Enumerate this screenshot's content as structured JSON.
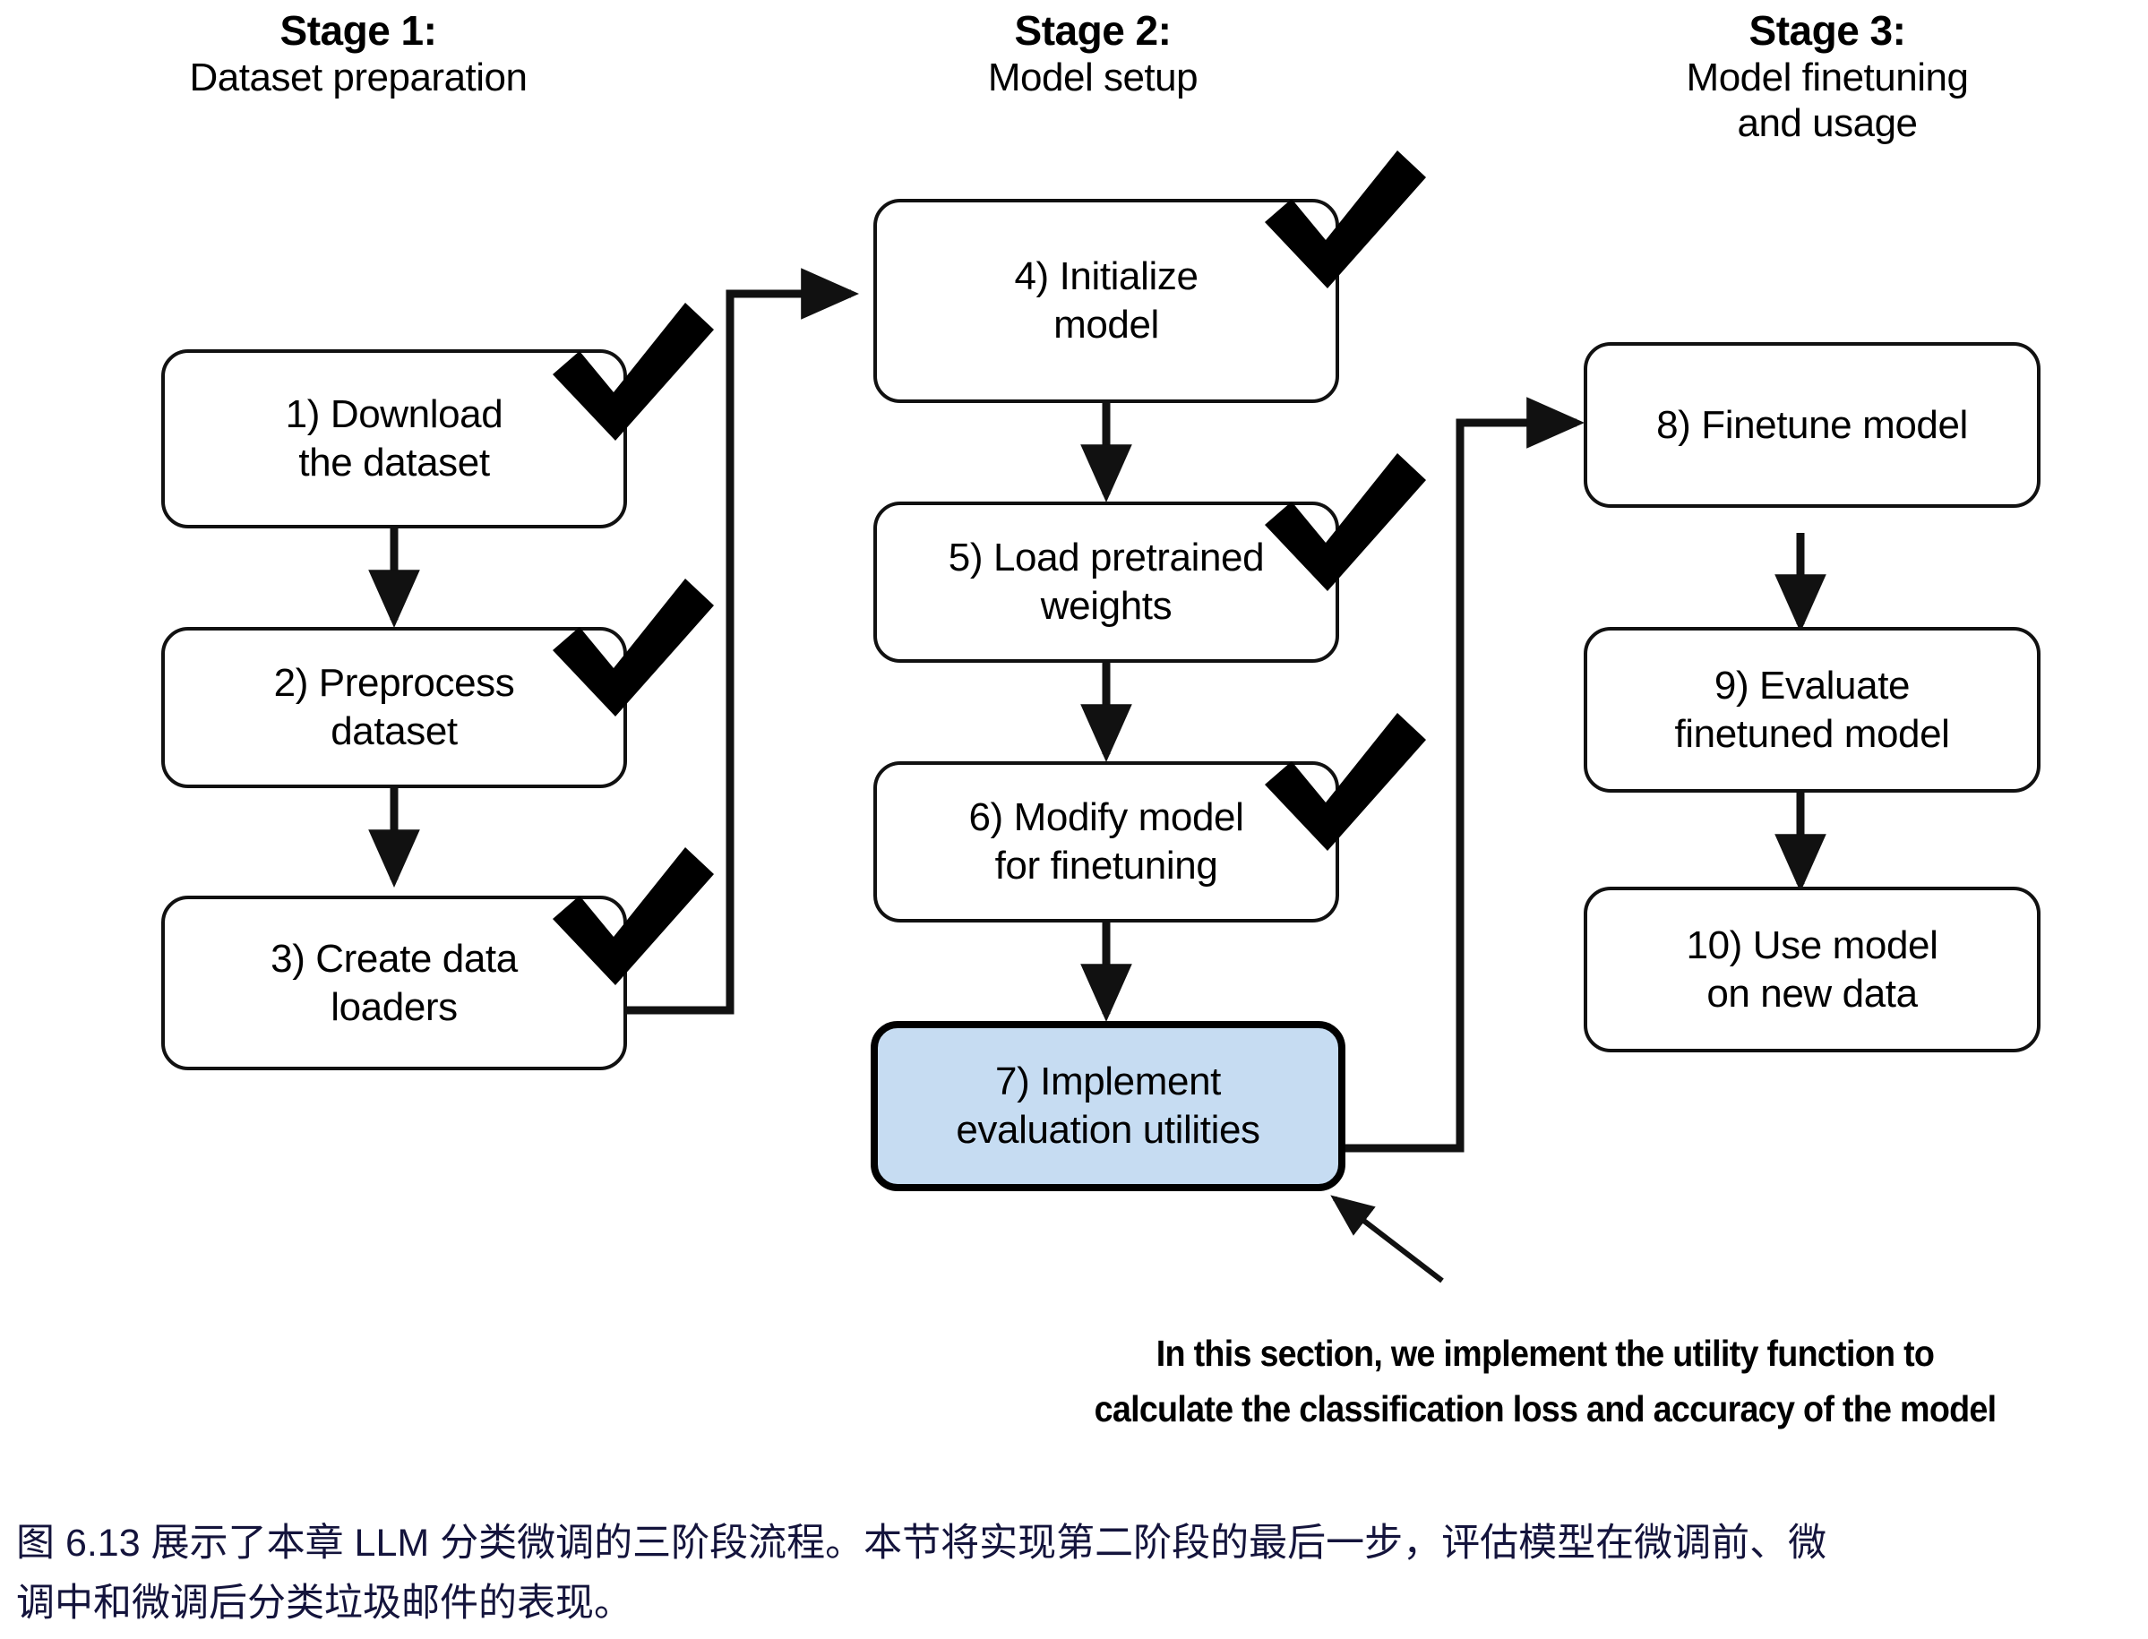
{
  "figure": {
    "stages": [
      {
        "title": "Stage 1:",
        "subtitle": "Dataset preparation"
      },
      {
        "title": "Stage 2:",
        "subtitle": "Model setup"
      },
      {
        "title": "Stage 3:",
        "subtitle": "Model finetuning\nand usage"
      }
    ],
    "nodes": [
      {
        "id": "n1",
        "label": "1) Download\nthe dataset",
        "stage": 1,
        "checked": true,
        "highlight": false
      },
      {
        "id": "n2",
        "label": "2) Preprocess\ndataset",
        "stage": 1,
        "checked": true,
        "highlight": false
      },
      {
        "id": "n3",
        "label": "3) Create data\nloaders",
        "stage": 1,
        "checked": true,
        "highlight": false
      },
      {
        "id": "n4",
        "label": "4) Initialize\nmodel",
        "stage": 2,
        "checked": true,
        "highlight": false
      },
      {
        "id": "n5",
        "label": "5) Load pretrained\nweights",
        "stage": 2,
        "checked": true,
        "highlight": false
      },
      {
        "id": "n6",
        "label": "6) Modify model\nfor finetuning",
        "stage": 2,
        "checked": true,
        "highlight": false
      },
      {
        "id": "n7",
        "label": "7) Implement\nevaluation utilities",
        "stage": 2,
        "checked": false,
        "highlight": true
      },
      {
        "id": "n8",
        "label": "8) Finetune model",
        "stage": 3,
        "checked": false,
        "highlight": false
      },
      {
        "id": "n9",
        "label": "9) Evaluate\nfinetuned model",
        "stage": 3,
        "checked": false,
        "highlight": false
      },
      {
        "id": "n10",
        "label": "10) Use model\non new data",
        "stage": 3,
        "checked": false,
        "highlight": false
      }
    ],
    "annotation": {
      "line1": "In this section, we implement the utility function to",
      "line2": "calculate the classification loss and accuracy of the model"
    },
    "caption": {
      "line1": "图 6.13 展示了本章 LLM 分类微调的三阶段流程。本节将实现第二阶段的最后一步，评估模型在微调前、微",
      "line2": "调中和微调后分类垃圾邮件的表现。"
    },
    "colors": {
      "highlight_fill": "#c6dcf2",
      "stroke": "#111111",
      "caption_text": "#14143c"
    }
  }
}
